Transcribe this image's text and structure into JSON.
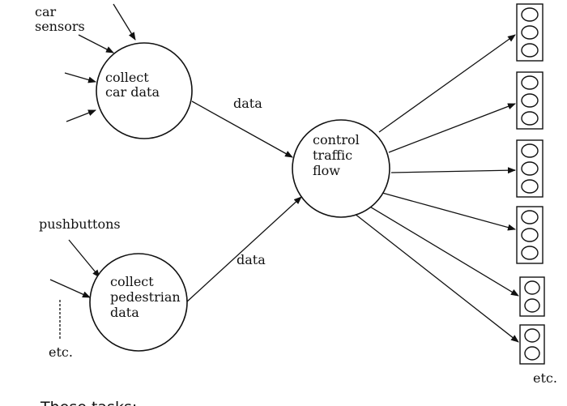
{
  "labels": {
    "car_sensors_line1": "car",
    "car_sensors_line2": "sensors",
    "pushbuttons": "pushbuttons",
    "etc_left": "etc.",
    "etc_right": "etc.",
    "data_top": "data",
    "data_bottom": "data"
  },
  "nodes": {
    "collect_car": {
      "line1": "collect",
      "line2": "car data"
    },
    "collect_pedestrian": {
      "line1": "collect",
      "line2": "pedestrian",
      "line3": "data"
    },
    "control_traffic": {
      "line1": "control",
      "line2": "traffic",
      "line3": "flow"
    }
  },
  "footer": {
    "caption": "These tasks:"
  }
}
